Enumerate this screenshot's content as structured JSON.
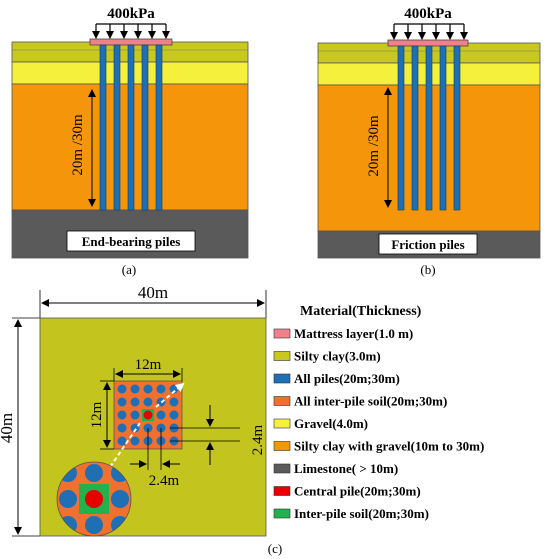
{
  "panel_a": {
    "load_label": "400kPa",
    "depth_label": "20m /30m",
    "caption_box": "End-bearing piles",
    "panel_label": "(a)"
  },
  "panel_b": {
    "load_label": "400kPa",
    "depth_label": "20m /30m",
    "caption_box": "Friction piles",
    "panel_label": "(b)"
  },
  "panel_c": {
    "width_label": "40m",
    "height_label": "40m",
    "group_width_label": "12m",
    "group_height_label": "12m",
    "spacing_h_label": "2.4m",
    "spacing_v_label": "2.4m",
    "panel_label": "(c)"
  },
  "legend": {
    "title": "Material(Thickness)",
    "items": [
      {
        "label": "Mattress layer(1.0 m)",
        "color": "#f0808a"
      },
      {
        "label": "Silty clay(3.0m)",
        "color": "#c8c81e"
      },
      {
        "label": "All piles(20m;30m)",
        "color": "#1f6fb5"
      },
      {
        "label": "All inter-pile soil(20m;30m)",
        "color": "#f07030"
      },
      {
        "label": "Gravel(4.0m)",
        "color": "#f5f03c"
      },
      {
        "label": "Silty clay with gravel(10m to 30m)",
        "color": "#f5960a"
      },
      {
        "label": "Limestone( > 10m)",
        "color": "#5a5a5a"
      },
      {
        "label": "Central pile(20m;30m)",
        "color": "#e60000"
      },
      {
        "label": "Inter-pile soil(20m;30m)",
        "color": "#22b14c"
      }
    ]
  },
  "colors": {
    "mattress": "#f0808a",
    "silty_clay": "#c8c81e",
    "gravel": "#f5f03c",
    "silty_clay_gravel": "#f5960a",
    "limestone": "#5a5a5a",
    "pile": "#1f6fb5",
    "inter_pile_soil": "#f07030",
    "central_pile": "#e60000",
    "inter_pile_center": "#22b14c",
    "plan_background": "#c4c41e"
  }
}
